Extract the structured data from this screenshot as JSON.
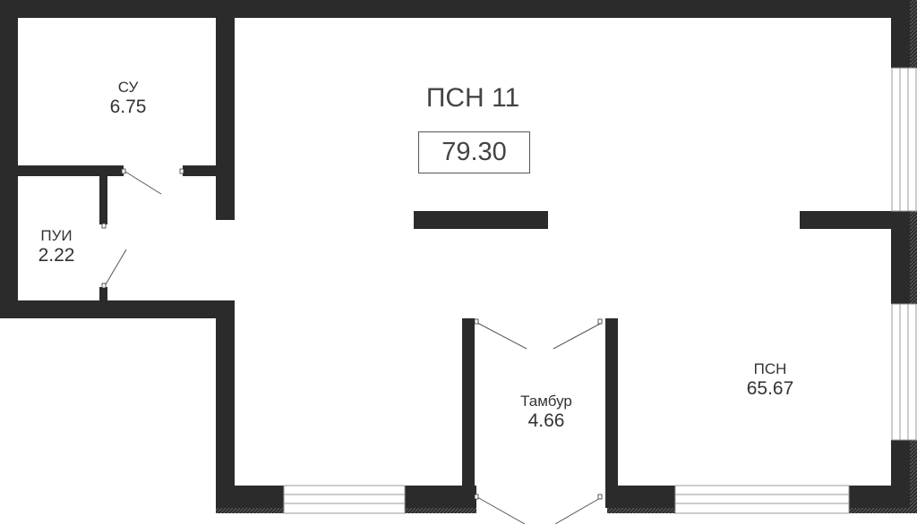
{
  "unit": {
    "title": "ПСН 11",
    "total_area": "79.30"
  },
  "rooms": [
    {
      "id": "su",
      "name": "СУ",
      "area": "6.75"
    },
    {
      "id": "pui",
      "name": "ПУИ",
      "area": "2.22"
    },
    {
      "id": "tambur",
      "name": "Тамбур",
      "area": "4.66"
    },
    {
      "id": "psn",
      "name": "ПСН",
      "area": "65.67"
    }
  ],
  "colors": {
    "wall": "#2b2b2b",
    "text": "#333333",
    "window_line": "#9a9a9a",
    "door_line": "#555555",
    "hatch": "#5a5a5a"
  }
}
